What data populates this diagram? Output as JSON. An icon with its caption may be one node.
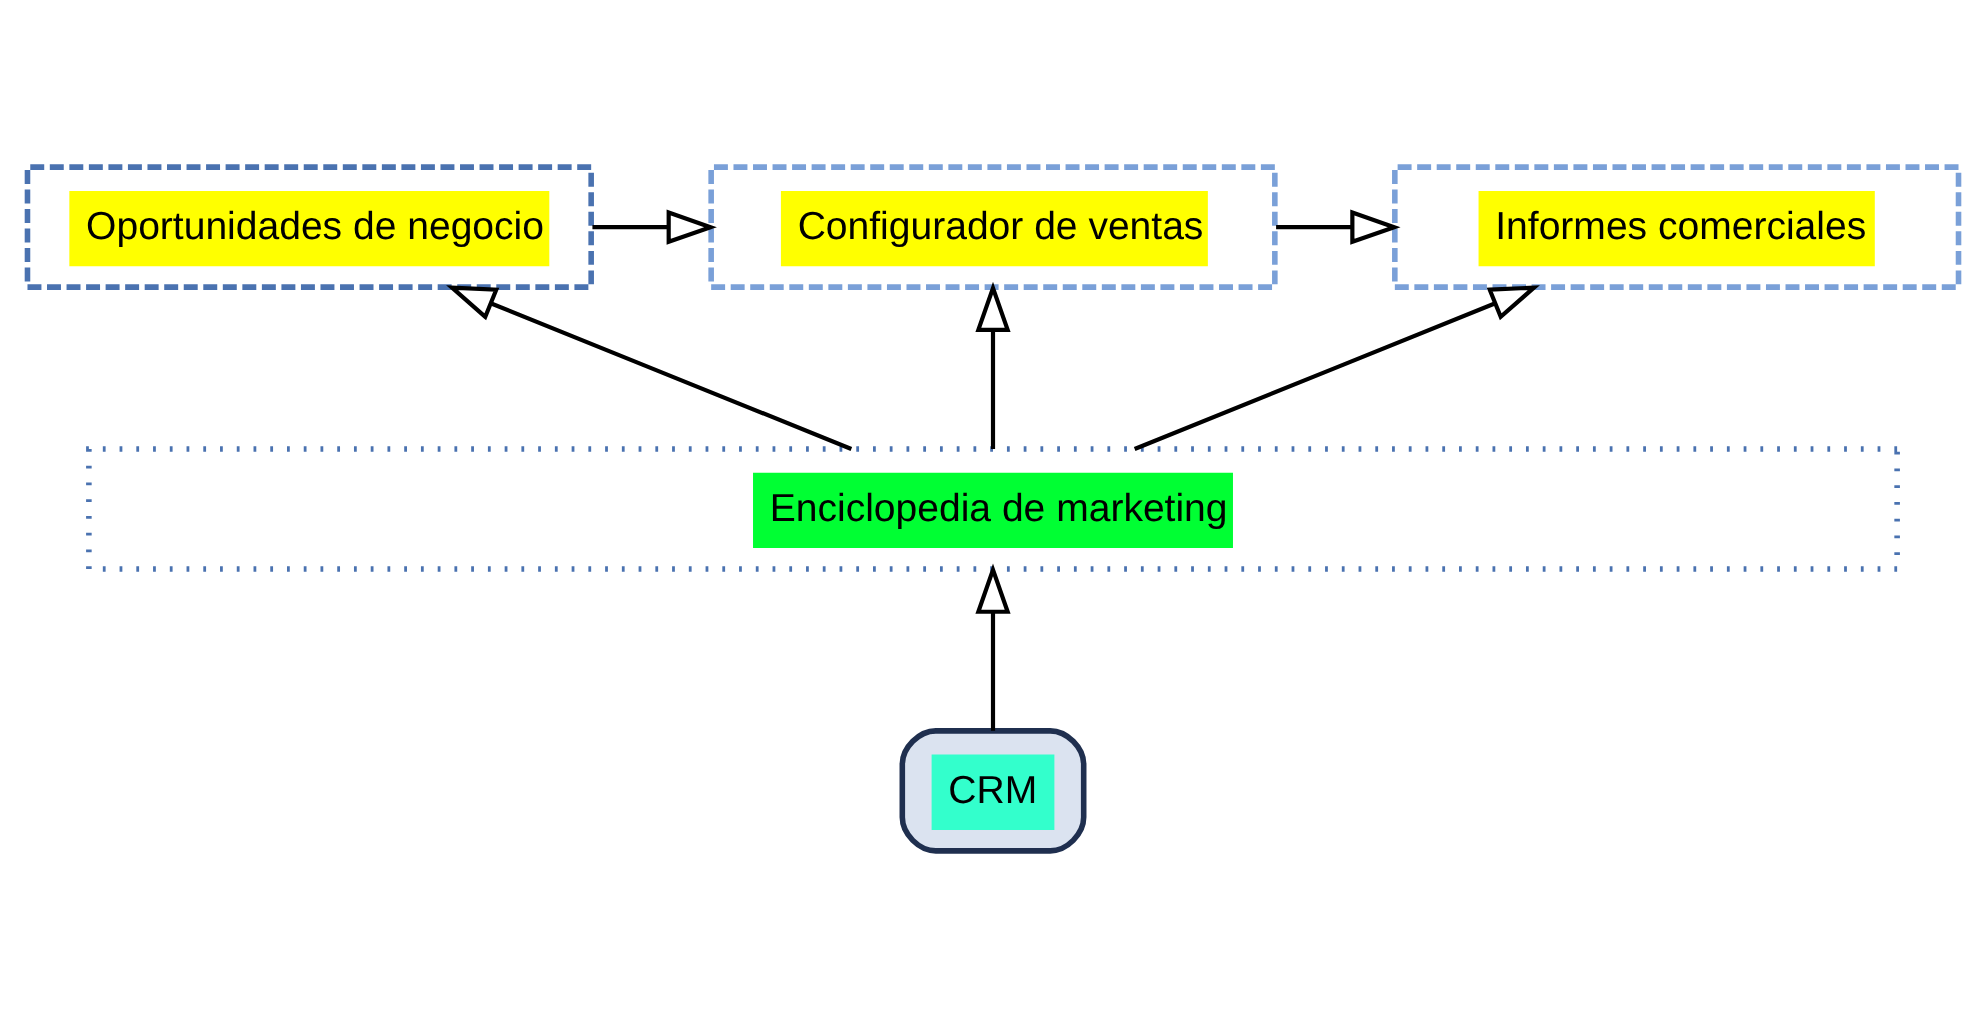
{
  "diagram": {
    "nodes": [
      {
        "text": [
          "Oportunidades de negocio"
        ]
      },
      {
        "text": [
          "Configurador de ventas"
        ]
      },
      {
        "text": [
          "Informes comerciales"
        ]
      },
      {
        "text": [
          "Enciclopedia de marketing"
        ]
      },
      {
        "text": [
          "CRM"
        ]
      }
    ],
    "edges": [
      {
        "from": 0,
        "to": 1,
        "arrow": "to"
      },
      {
        "from": 1,
        "to": 2,
        "arrow": "to"
      },
      {
        "from": 3,
        "to": 0,
        "arrow": "to"
      },
      {
        "from": 3,
        "to": 1,
        "arrow": "to"
      },
      {
        "from": 3,
        "to": 2,
        "arrow": "to"
      },
      {
        "from": 4,
        "to": 3,
        "arrow": "to"
      }
    ]
  }
}
